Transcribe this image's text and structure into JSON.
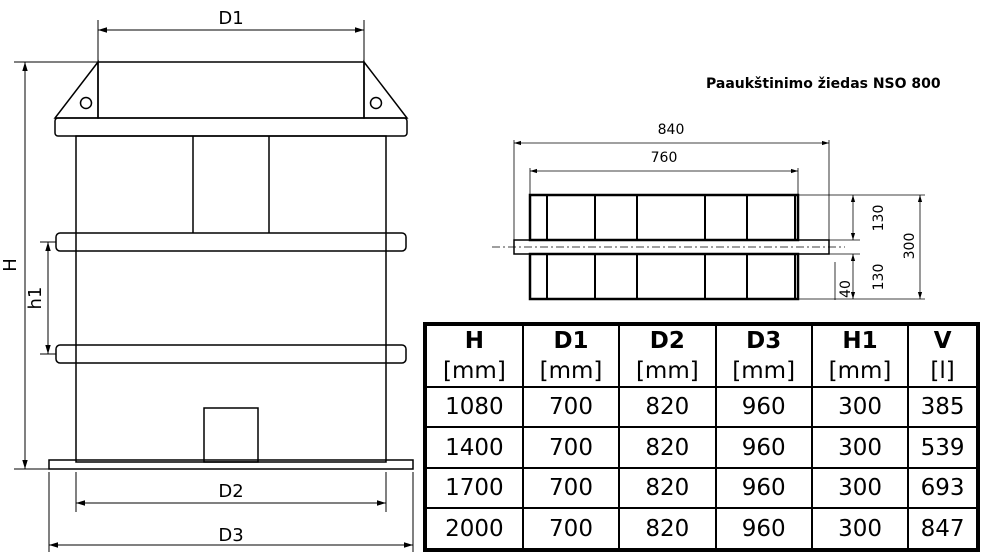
{
  "left_view": {
    "label_d1": "D1",
    "label_d2": "D2",
    "label_d3": "D3",
    "label_h": "H",
    "label_h1": "h1"
  },
  "ring_view": {
    "title": "Paaukštinimo žiedas NSO 800",
    "dim_outer": "840",
    "dim_inner": "760",
    "dim_upper": "130",
    "dim_lower": "130",
    "dim_total": "300",
    "dim_flange": "40"
  },
  "spec_table": {
    "headers": [
      {
        "name": "H",
        "unit": "[mm]"
      },
      {
        "name": "D1",
        "unit": "[mm]"
      },
      {
        "name": "D2",
        "unit": "[mm]"
      },
      {
        "name": "D3",
        "unit": "[mm]"
      },
      {
        "name": "H1",
        "unit": "[mm]"
      },
      {
        "name": "V",
        "unit": "[l]"
      }
    ],
    "rows": [
      [
        "1080",
        "700",
        "820",
        "960",
        "300",
        "385"
      ],
      [
        "1400",
        "700",
        "820",
        "960",
        "300",
        "539"
      ],
      [
        "1700",
        "700",
        "820",
        "960",
        "300",
        "693"
      ],
      [
        "2000",
        "700",
        "820",
        "960",
        "300",
        "847"
      ]
    ]
  }
}
